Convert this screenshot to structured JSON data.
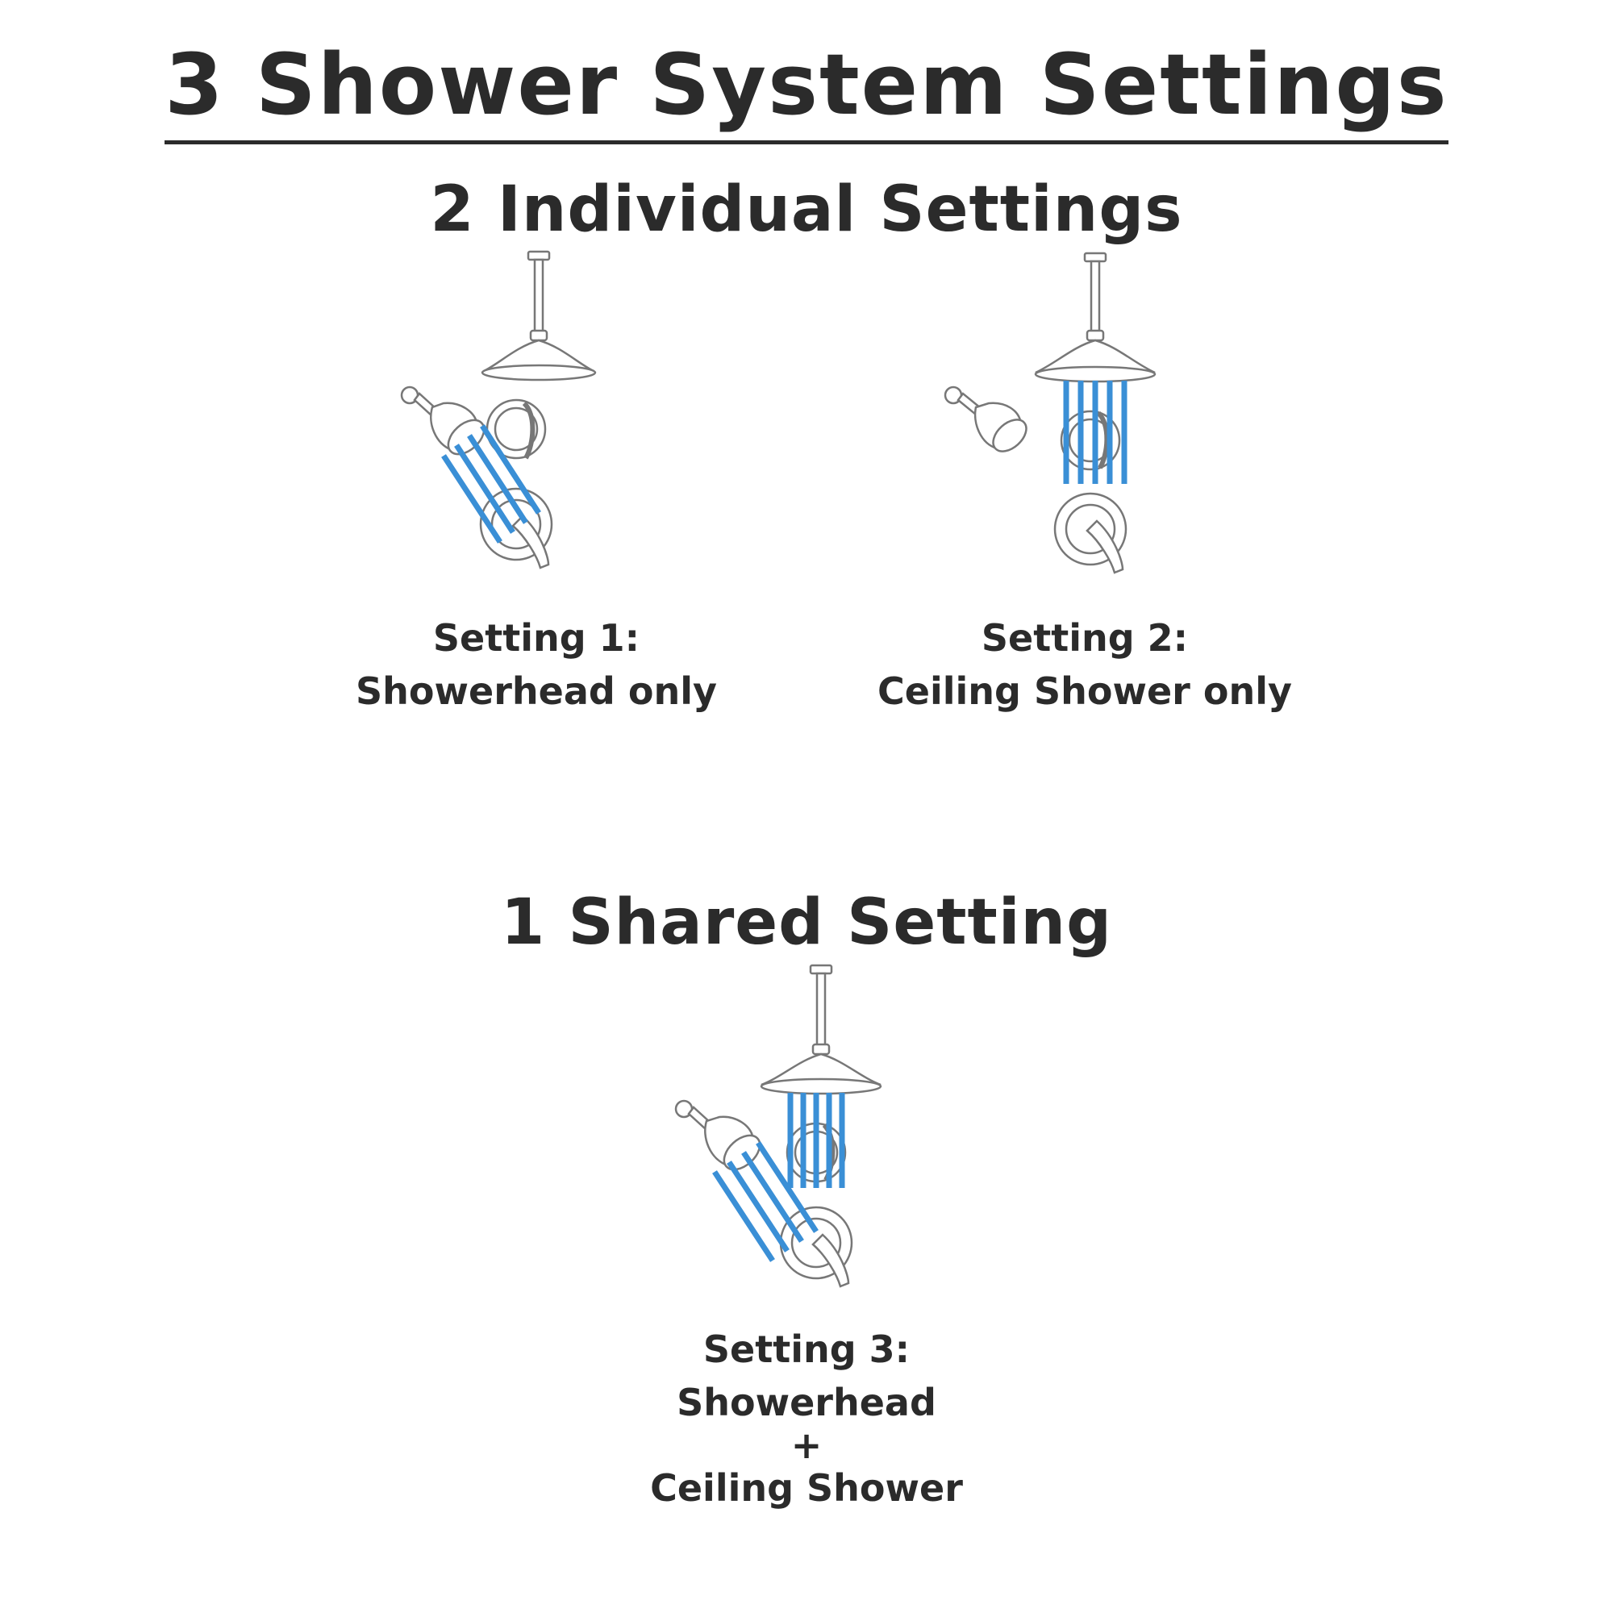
{
  "title": "3 Shower System Settings",
  "sections": {
    "individual": {
      "title": "2 Individual Settings"
    },
    "shared": {
      "title": "1 Shared Setting"
    }
  },
  "settings": [
    {
      "label": "Setting 1:",
      "desc": "Showerhead only"
    },
    {
      "label": "Setting 2:",
      "desc": "Ceiling Shower only"
    },
    {
      "label": "Setting 3:",
      "desc_line1": "Showerhead",
      "plus": "+",
      "desc_line2": "Ceiling Shower"
    }
  ],
  "colors": {
    "water": "#3a8fd6",
    "line_art": "#777777",
    "text": "#2b2b2b"
  }
}
